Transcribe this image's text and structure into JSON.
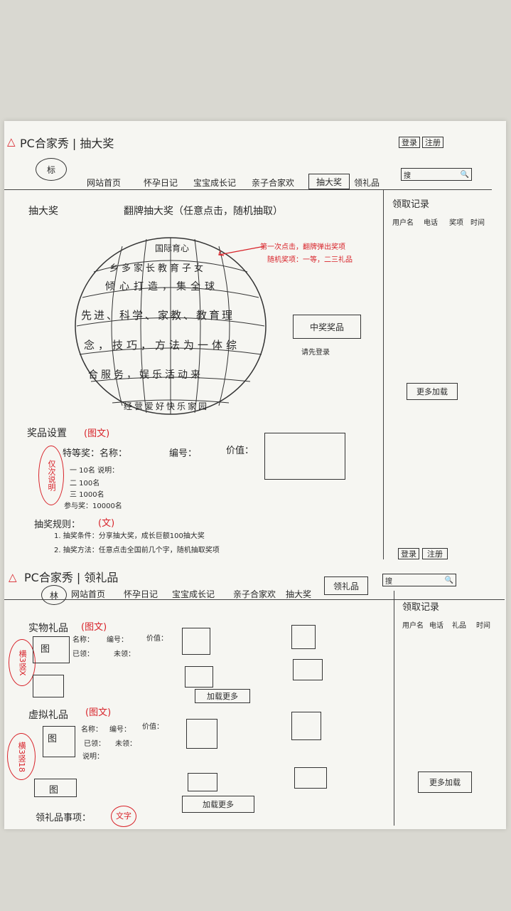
{
  "page1": {
    "title": "PC合家秀 | 抽大奖",
    "title_mark": "△",
    "login": "登录",
    "register": "注册",
    "logo": "标",
    "nav": [
      "网站首页",
      "怀孕日记",
      "宝宝成长记",
      "亲子合家欢",
      "抽大奖",
      "领礼品"
    ],
    "search_placeholder": "搜",
    "section_title": "抽大奖",
    "headline": "翻牌抽大奖（任意点击，随机抽取）",
    "annotation_line1": "第一次点击，翻牌弹出奖项",
    "annotation_line2": "随机奖项：一等，二三礼品",
    "globe_top_label": "国际育心",
    "globe_rows": [
      "乡多家长教育子女",
      "倾心打造，集全球",
      "先进、科学、家教、教育理",
      "念，技巧，方法为一体综",
      "合服务，娱乐活动来",
      "经营爱好快乐家园"
    ],
    "win_button": "中奖奖品",
    "win_hint": "请先登录",
    "right_title": "领取记录",
    "right_header": [
      "用户名",
      "电话",
      "奖项",
      "时间"
    ],
    "more_button": "更多加载",
    "prize_title": "奖品设置",
    "prize_tag": "(图文)",
    "oval_note": "仅次说明",
    "prize_first": "特等奖：名称：",
    "prize_no": "编号：",
    "prize_value": "价值：",
    "prize_rows": [
      "一  10名  说明：",
      "二  100名",
      "三  1000名",
      "参与奖：10000名"
    ],
    "rules_title": "抽奖规则：",
    "rules_tag": "(文)",
    "rules": [
      "1. 抽奖条件：分享抽大奖，成长巨额100抽大奖",
      "2. 抽奖方法：任意点击全国前几个字，随机抽取奖项"
    ],
    "bottom_login": "登录",
    "bottom_register": "注册"
  },
  "page2": {
    "title": "PC合家秀 | 领礼品",
    "title_mark": "△",
    "logo": "林",
    "nav": [
      "网站首页",
      "怀孕日记",
      "宝宝成长记",
      "亲子合家欢",
      "抽大奖",
      "领礼品"
    ],
    "search_placeholder": "搜",
    "physical_title": "实物礼品",
    "physical_tag": "(图文)",
    "oval1": "横3竖X",
    "img_label": "图",
    "item_name": "名称：",
    "item_no": "编号：",
    "item_value": "价值：",
    "item_claimed": "已领：",
    "item_unclaimed": "未领：",
    "load_more": "加载更多",
    "virtual_title": "虚拟礼品",
    "virtual_tag": "(图文)",
    "oval2": "横3竖18",
    "item_desc": "说明：",
    "notes_title": "领礼品事项：",
    "notes_tag": "文字",
    "right_title": "领取记录",
    "right_header": [
      "用户名",
      "电话",
      "礼品",
      "时间"
    ],
    "more_button": "更多加载"
  }
}
